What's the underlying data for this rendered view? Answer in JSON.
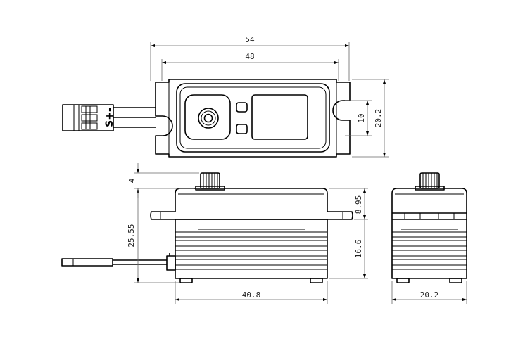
{
  "dimensions": {
    "top_overall_width": "54",
    "top_hole_spacing": "48",
    "top_hole_height": "10",
    "top_depth": "20.2",
    "front_spline_height": "4",
    "front_total_height": "25.55",
    "front_flange_height": "8.95",
    "front_lower_height": "16.6",
    "front_body_width": "40.8",
    "side_width": "20.2"
  },
  "connector": {
    "pin_labels": "S+-"
  }
}
